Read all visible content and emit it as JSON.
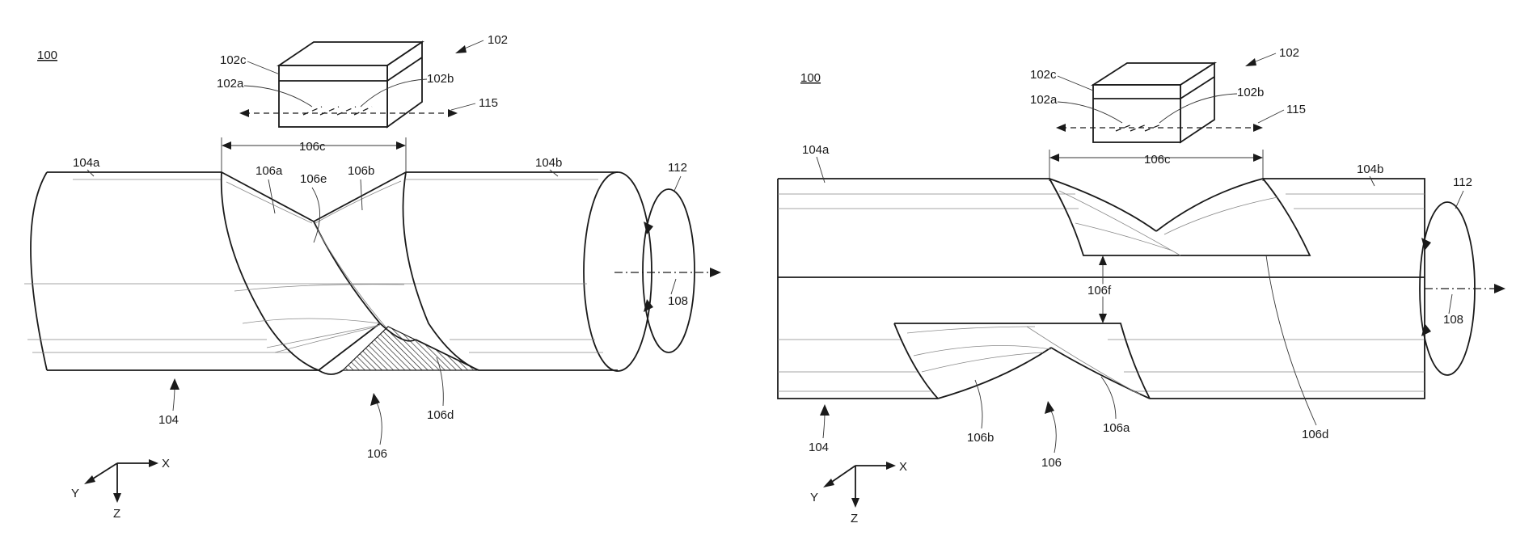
{
  "figures": [
    {
      "id": "left",
      "labels": {
        "ref": "100",
        "sensor": "102",
        "sensor_top": "102c",
        "sensor_a": "102a",
        "sensor_b": "102b",
        "axis_line": "115",
        "width": "106c",
        "end_a": "104a",
        "end_b": "104b",
        "face_a": "106a",
        "face_b": "106b",
        "edge": "106e",
        "axis": "112",
        "center": "108",
        "body": "104",
        "notch": "106",
        "hatch": "106d"
      },
      "triad": {
        "x": "X",
        "y": "Y",
        "z": "Z"
      }
    },
    {
      "id": "right",
      "labels": {
        "ref": "100",
        "sensor": "102",
        "sensor_top": "102c",
        "sensor_a": "102a",
        "sensor_b": "102b",
        "axis_line": "115",
        "width": "106c",
        "end_a": "104a",
        "end_b": "104b",
        "gap": "106f",
        "axis": "112",
        "center": "108",
        "body": "104",
        "face_b": "106b",
        "notch": "106",
        "face_a": "106a",
        "edge_d": "106d"
      },
      "triad": {
        "x": "X",
        "y": "Y",
        "z": "Z"
      }
    }
  ]
}
